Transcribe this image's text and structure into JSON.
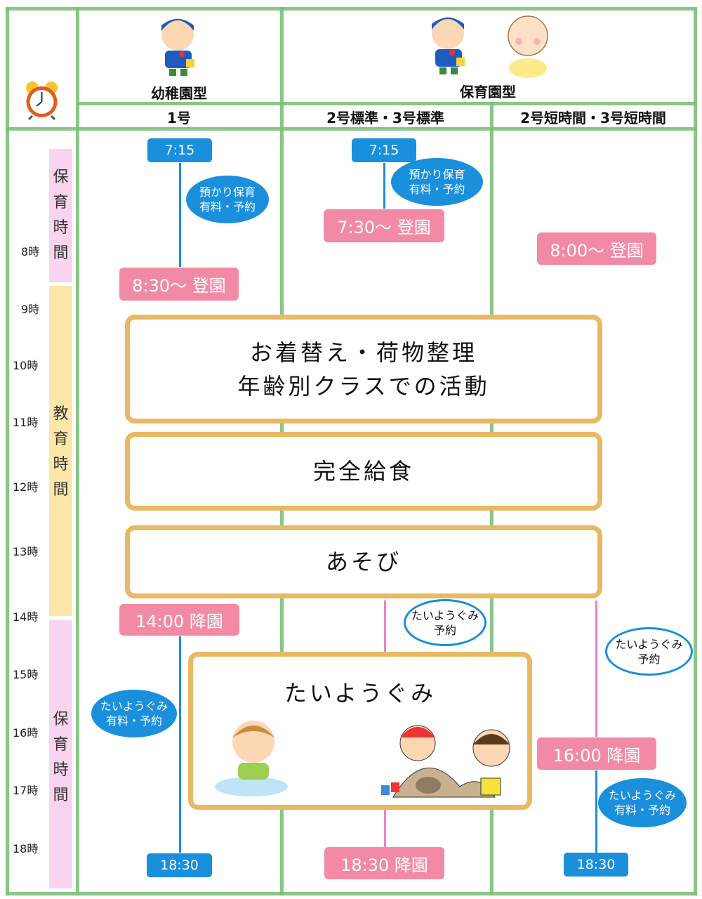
{
  "header": {
    "type_kinder": "幼稚園型",
    "type_nursery": "保育園型",
    "col1": "1号",
    "col2": "2号標準・3号標準",
    "col3": "2号短時間・3号短時間"
  },
  "hours": [
    "8時",
    "9時",
    "10時",
    "11時",
    "12時",
    "13時",
    "14時",
    "15時",
    "16時",
    "17時",
    "18時"
  ],
  "periods": {
    "care_top": [
      "保",
      "育",
      "時",
      "間"
    ],
    "edu": [
      "教",
      "育",
      "時",
      "間"
    ],
    "care_bottom": [
      "保",
      "育",
      "時",
      "間"
    ]
  },
  "times": {
    "c1_start": "7:15",
    "c1_arrive": "8:30〜 登園",
    "c1_leave": "14:00 降園",
    "c1_end": "18:30",
    "c2_start": "7:15",
    "c2_arrive": "7:30〜 登園",
    "c2_leave": "18:30 降園",
    "c3_arrive": "8:00〜 登園",
    "c3_leave": "16:00 降園",
    "c3_end": "18:30"
  },
  "activities": {
    "a1_line1": "お着替え・荷物整理",
    "a1_line2": "年齢別クラスでの活動",
    "a2": "完全給食",
    "a3": "あそび",
    "taiyou": "たいようぐみ"
  },
  "bubbles": {
    "b1": [
      "預かり保育",
      "有料・予約"
    ],
    "b2": [
      "預かり保育",
      "有料・予約"
    ],
    "b3": [
      "たいようぐみ",
      "有料・予約"
    ],
    "b4": [
      "たいようぐみ",
      "予約"
    ],
    "b5": [
      "たいようぐみ",
      "予約"
    ],
    "b6": [
      "たいようぐみ",
      "有料・予約"
    ]
  },
  "colors": {
    "blue": "#1a8fdc",
    "pink": "#f28aa5",
    "grid": "#7cc07a",
    "frame": "#e8b962",
    "bar_pink": "#f9d4ee",
    "bar_yellow": "#fde7a8"
  }
}
